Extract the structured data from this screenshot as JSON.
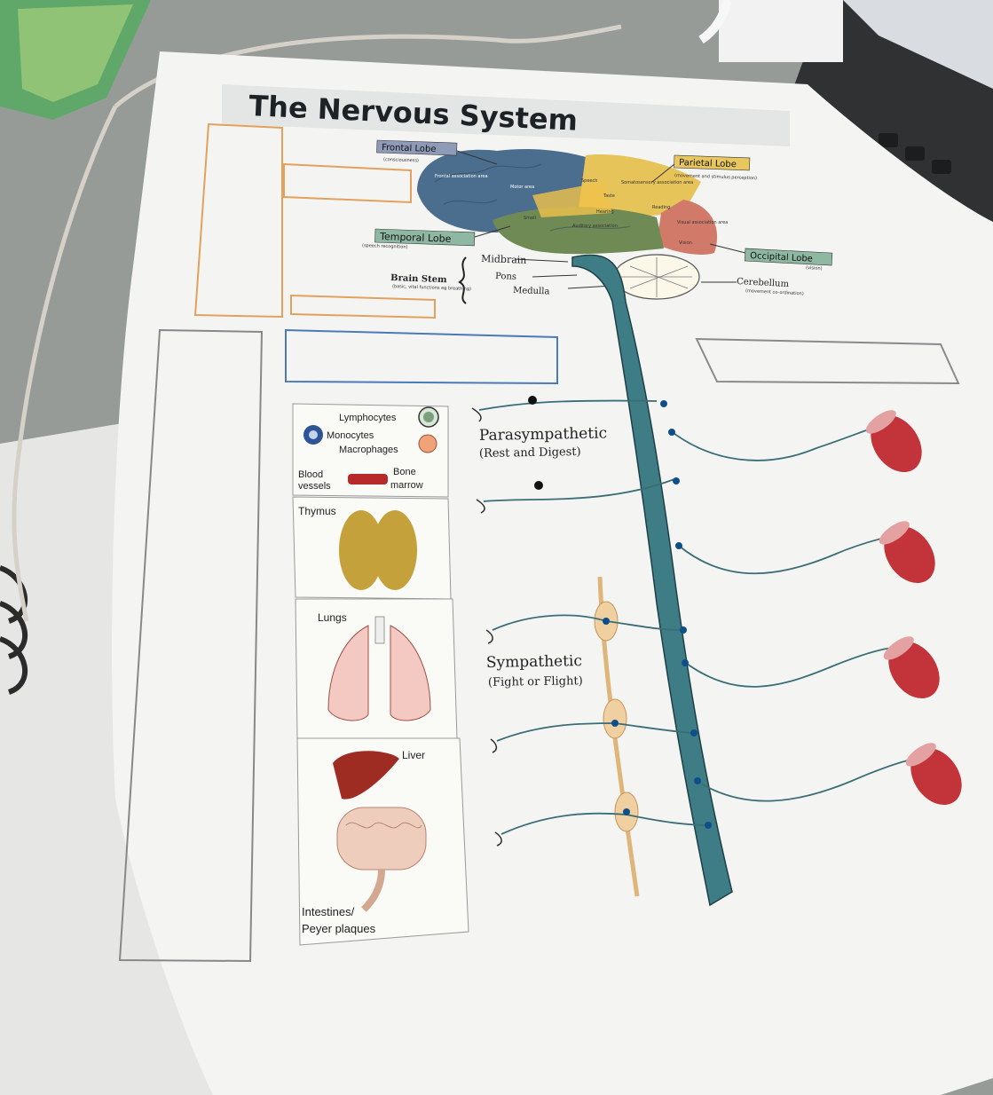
{
  "worksheet": {
    "title": "The Nervous System"
  },
  "brain_labels": {
    "frontal_lobe": "Frontal Lobe",
    "frontal_lobe_note": "(consciousness)",
    "parietal_lobe": "Parietal Lobe",
    "parietal_lobe_note": "(movement and stimulus perception)",
    "temporal_lobe": "Temporal Lobe",
    "temporal_lobe_note": "(speech recognition)",
    "occipital_lobe": "Occipital Lobe",
    "occipital_lobe_note": "(vision)",
    "cerebellum": "Cerebellum",
    "cerebellum_note": "(movement co-ordination)",
    "midbrain": "Midbrain",
    "pons": "Pons",
    "medulla": "Medulla",
    "brain_stem": "Brain Stem",
    "brain_stem_note": "(basic, vital functions eg breathing)",
    "cortex_areas": [
      "Motor area",
      "Frontal association area",
      "Speech",
      "Taste",
      "Smell",
      "Hearing",
      "Auditory association",
      "Somatosensory association area",
      "Reading",
      "Visual association area",
      "Vision"
    ]
  },
  "immune_panel": {
    "lymphocytes": "Lymphocytes",
    "monocytes": "Monocytes",
    "macrophages": "Macrophages",
    "blood_vessels_1": "Blood",
    "blood_vessels_2": "vessels",
    "bone_marrow_1": "Bone",
    "bone_marrow_2": "marrow",
    "thymus": "Thymus",
    "lungs": "Lungs",
    "liver": "Liver",
    "intestines": "Intestines/",
    "peyer": "Peyer plaques"
  },
  "nervous_divisions": {
    "parasympathetic": "Parasympathetic",
    "parasympathetic_note": "(Rest and Digest)",
    "sympathetic": "Sympathetic",
    "sympathetic_note": "(Fight or Flight)"
  },
  "colors": {
    "paper": "#f4f5f3",
    "spinal_cord": "#3f7d86",
    "frontal": "#4b6e8f",
    "parietal": "#e7c45a",
    "temporal": "#6f8a55",
    "occipital": "#d27a6a",
    "muscle": "#c2333a",
    "label_box": "#8fb8a2",
    "answer_box_orange": "#e2a25d",
    "answer_box_blue": "#4b7ab7"
  }
}
